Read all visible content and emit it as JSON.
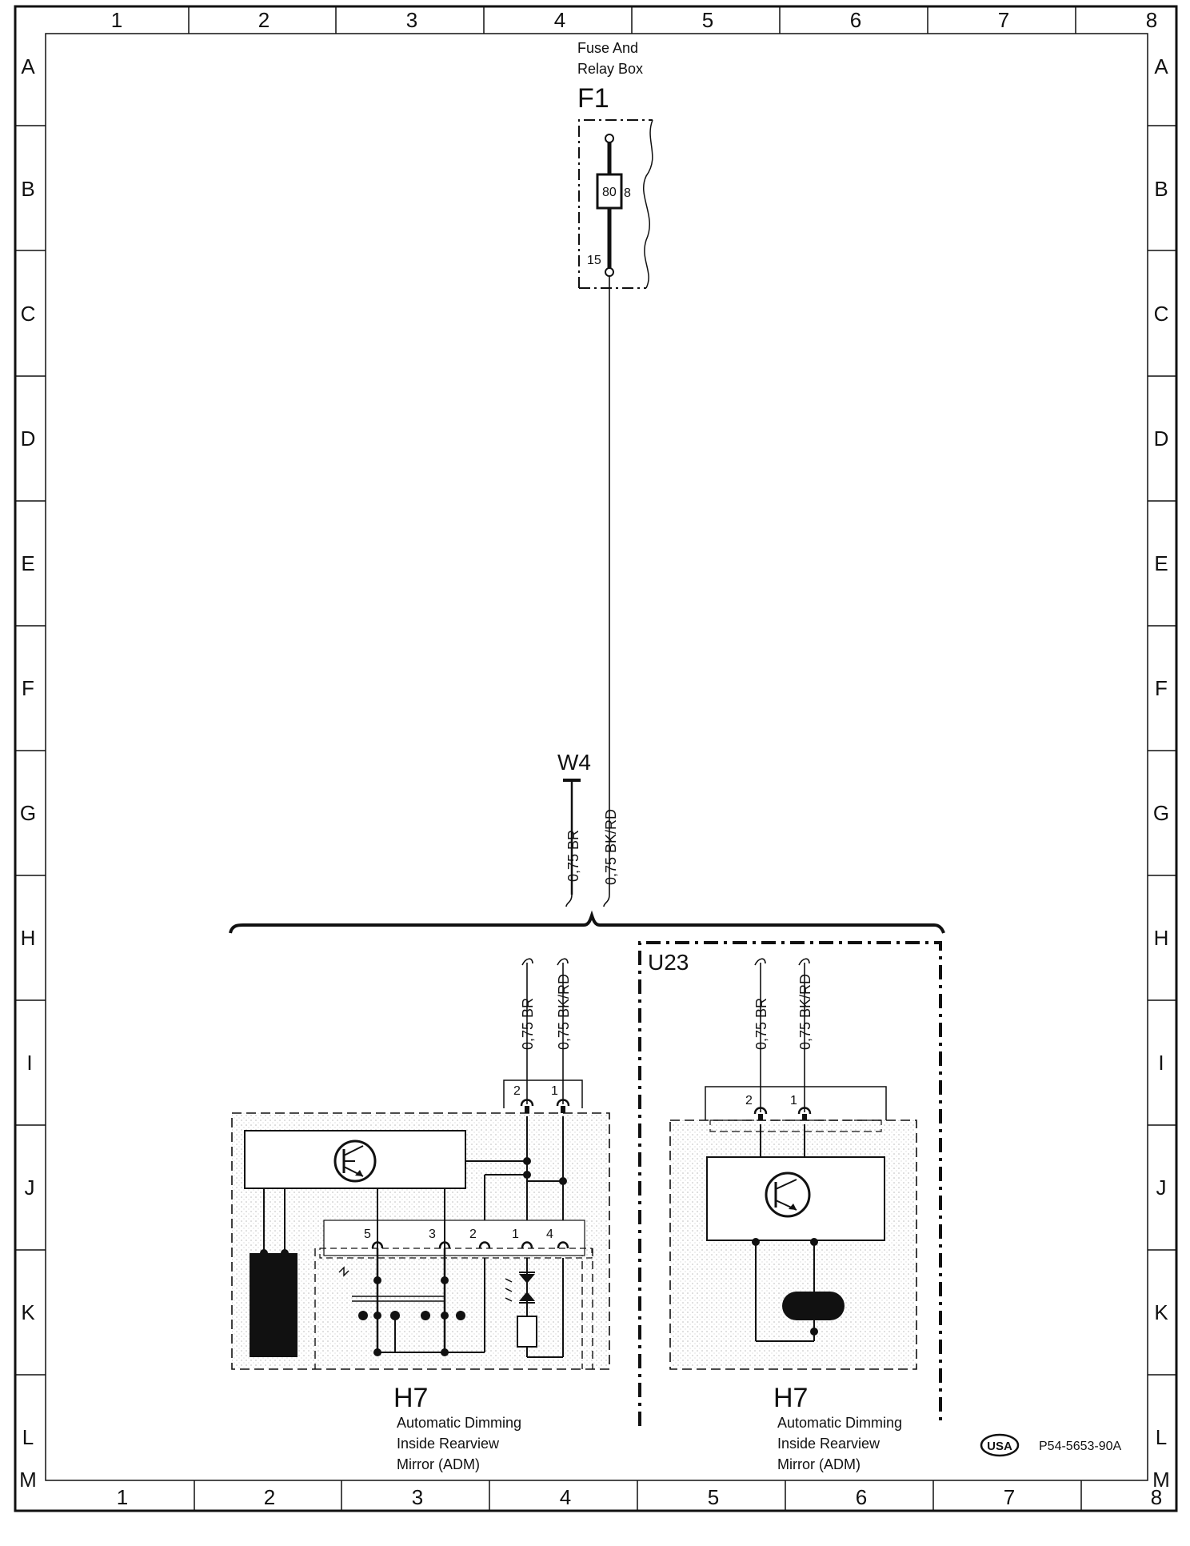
{
  "grid": {
    "columns": [
      "1",
      "2",
      "3",
      "4",
      "5",
      "6",
      "7",
      "8"
    ],
    "rows": [
      "A",
      "B",
      "C",
      "D",
      "E",
      "F",
      "G",
      "H",
      "I",
      "J",
      "K",
      "L",
      "M"
    ]
  },
  "fuse_box": {
    "caption_line1": "Fuse And",
    "caption_line2": "Relay Box",
    "id": "F1",
    "fuse_label": "8",
    "fuse_value": "80",
    "terminal": "15"
  },
  "ground": {
    "id": "W4"
  },
  "wires": {
    "main_br": "0,75 BR",
    "main_bkrd": "0,75 BK/RD",
    "left_br": "0,75 BR",
    "left_bkrd": "0,75 BK/RD",
    "right_br": "0,75 BR",
    "right_bkrd": "0,75 BK/RD"
  },
  "left_component": {
    "id": "H7",
    "desc_line1": "Automatic Dimming",
    "desc_line2": "Inside Rearview",
    "desc_line3": "Mirror (ADM)",
    "connector_pins": [
      "2",
      "1"
    ],
    "inner_pins": [
      "5",
      "3",
      "2",
      "1",
      "4"
    ]
  },
  "right_component": {
    "box_id": "U23",
    "id": "H7",
    "desc_line1": "Automatic Dimming",
    "desc_line2": "Inside Rearview",
    "desc_line3": "Mirror (ADM)",
    "connector_pins": [
      "2",
      "1"
    ]
  },
  "footer": {
    "region_badge": "USA",
    "drawing_code": "P54-5653-90A"
  }
}
